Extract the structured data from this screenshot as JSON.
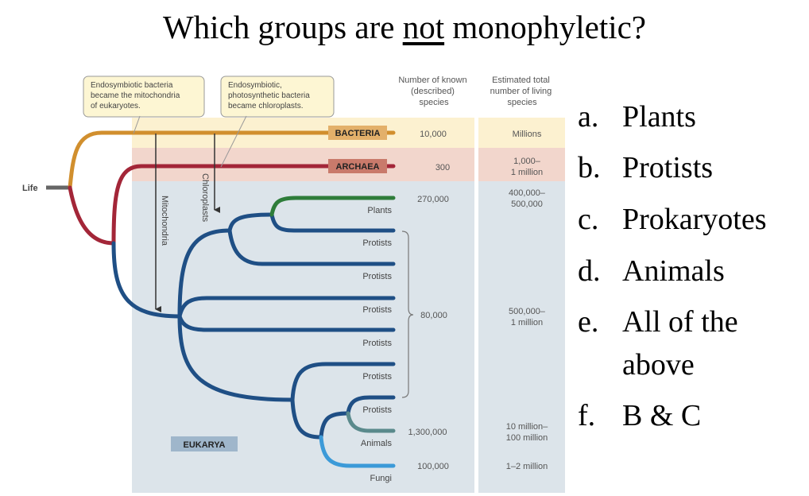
{
  "question": {
    "prefix": "Which groups are ",
    "emphasis": "not",
    "suffix": " monophyletic?"
  },
  "tree": {
    "root_label": "Life",
    "callouts": [
      {
        "lines": [
          "Endosymbiotic bacteria",
          "became the mitochondria",
          "of eukaryotes."
        ]
      },
      {
        "lines": [
          "Endosymbiotic,",
          "photosynthetic bacteria",
          "became chloroplasts."
        ]
      }
    ],
    "arrow_labels": {
      "mitochondria": "Mitochondria",
      "chloroplasts": "Chloroplasts"
    },
    "column_headers": {
      "known": [
        "Number of known",
        "(described)",
        "species"
      ],
      "estimated": [
        "Estimated total",
        "number of living",
        "species"
      ]
    },
    "domains": {
      "bacteria": "BACTERIA",
      "archaea": "ARCHAEA",
      "eukarya": "EUKARYA"
    },
    "taxa": [
      {
        "label": "Plants"
      },
      {
        "label": "Protists"
      },
      {
        "label": "Protists"
      },
      {
        "label": "Protists"
      },
      {
        "label": "Protists"
      },
      {
        "label": "Protists"
      },
      {
        "label": "Protists"
      },
      {
        "label": "Animals"
      },
      {
        "label": "Fungi"
      }
    ],
    "known_counts": {
      "bacteria": "10,000",
      "archaea": "300",
      "plants": "270,000",
      "protists": "80,000",
      "animals": "1,300,000",
      "fungi": "100,000"
    },
    "estimated_counts": {
      "bacteria": [
        "Millions"
      ],
      "archaea": [
        "1,000–",
        "1 million"
      ],
      "plants": [
        "400,000–",
        "500,000"
      ],
      "protists": [
        "500,000–",
        "1 million"
      ],
      "animals": [
        "10 million–",
        "100 million"
      ],
      "fungi": [
        "1–2 million"
      ]
    },
    "colors": {
      "bacteria": "#D18F2E",
      "archaea": "#A32638",
      "eukarya": "#1F4F85",
      "plants": "#2E7D3A",
      "animals": "#5A8A8C",
      "fungi": "#3C9AD8",
      "bacteria_band": "#FCF1D0",
      "archaea_band": "#F2D6CC",
      "eukarya_band": "#DCE4EA"
    }
  },
  "options": [
    {
      "letter": "a.",
      "text": "Plants"
    },
    {
      "letter": "b.",
      "text": "Protists"
    },
    {
      "letter": "c.",
      "text": "Prokaryotes"
    },
    {
      "letter": "d.",
      "text": "Animals"
    },
    {
      "letter": "e.",
      "text": "All of the"
    },
    {
      "letter": "",
      "text": "above"
    },
    {
      "letter": "f.",
      "text": "B & C"
    }
  ]
}
